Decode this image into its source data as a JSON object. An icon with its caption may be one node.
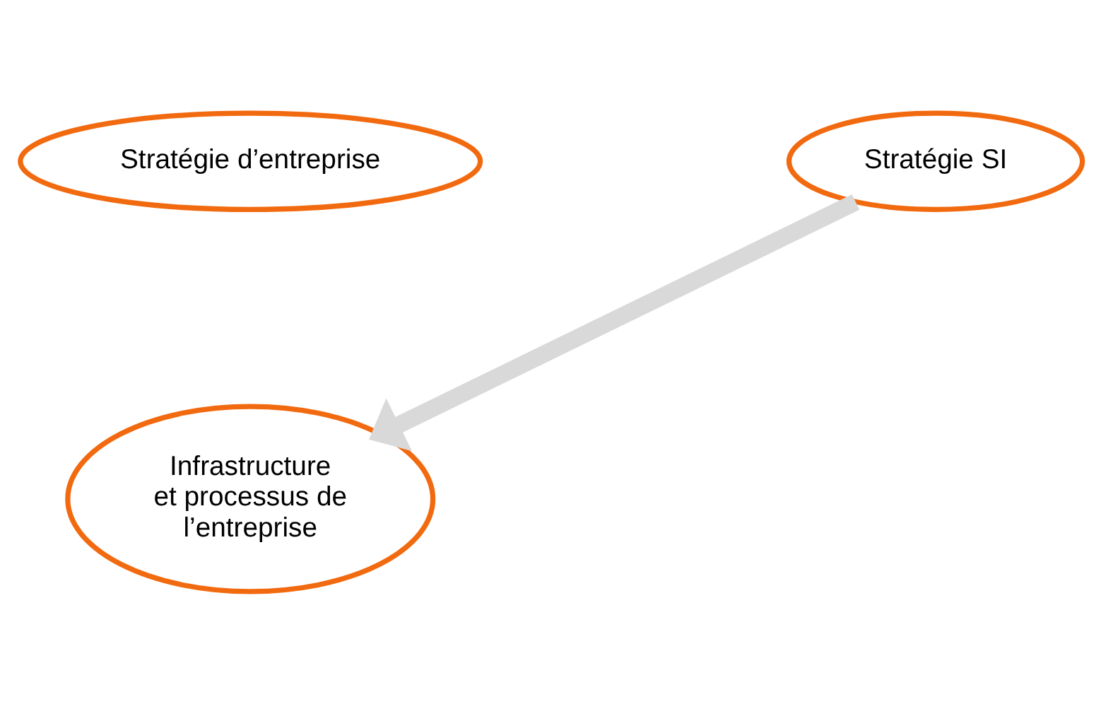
{
  "diagram": {
    "nodes": [
      {
        "text": [
          "Stratégie d’entreprise"
        ]
      },
      {
        "text": [
          "Stratégie SI"
        ]
      },
      {
        "text": [
          "Infrastructure et processus de l’entreprise"
        ]
      }
    ],
    "edges": [
      {
        "from": 1,
        "to": 2,
        "arrow": "to"
      }
    ]
  }
}
